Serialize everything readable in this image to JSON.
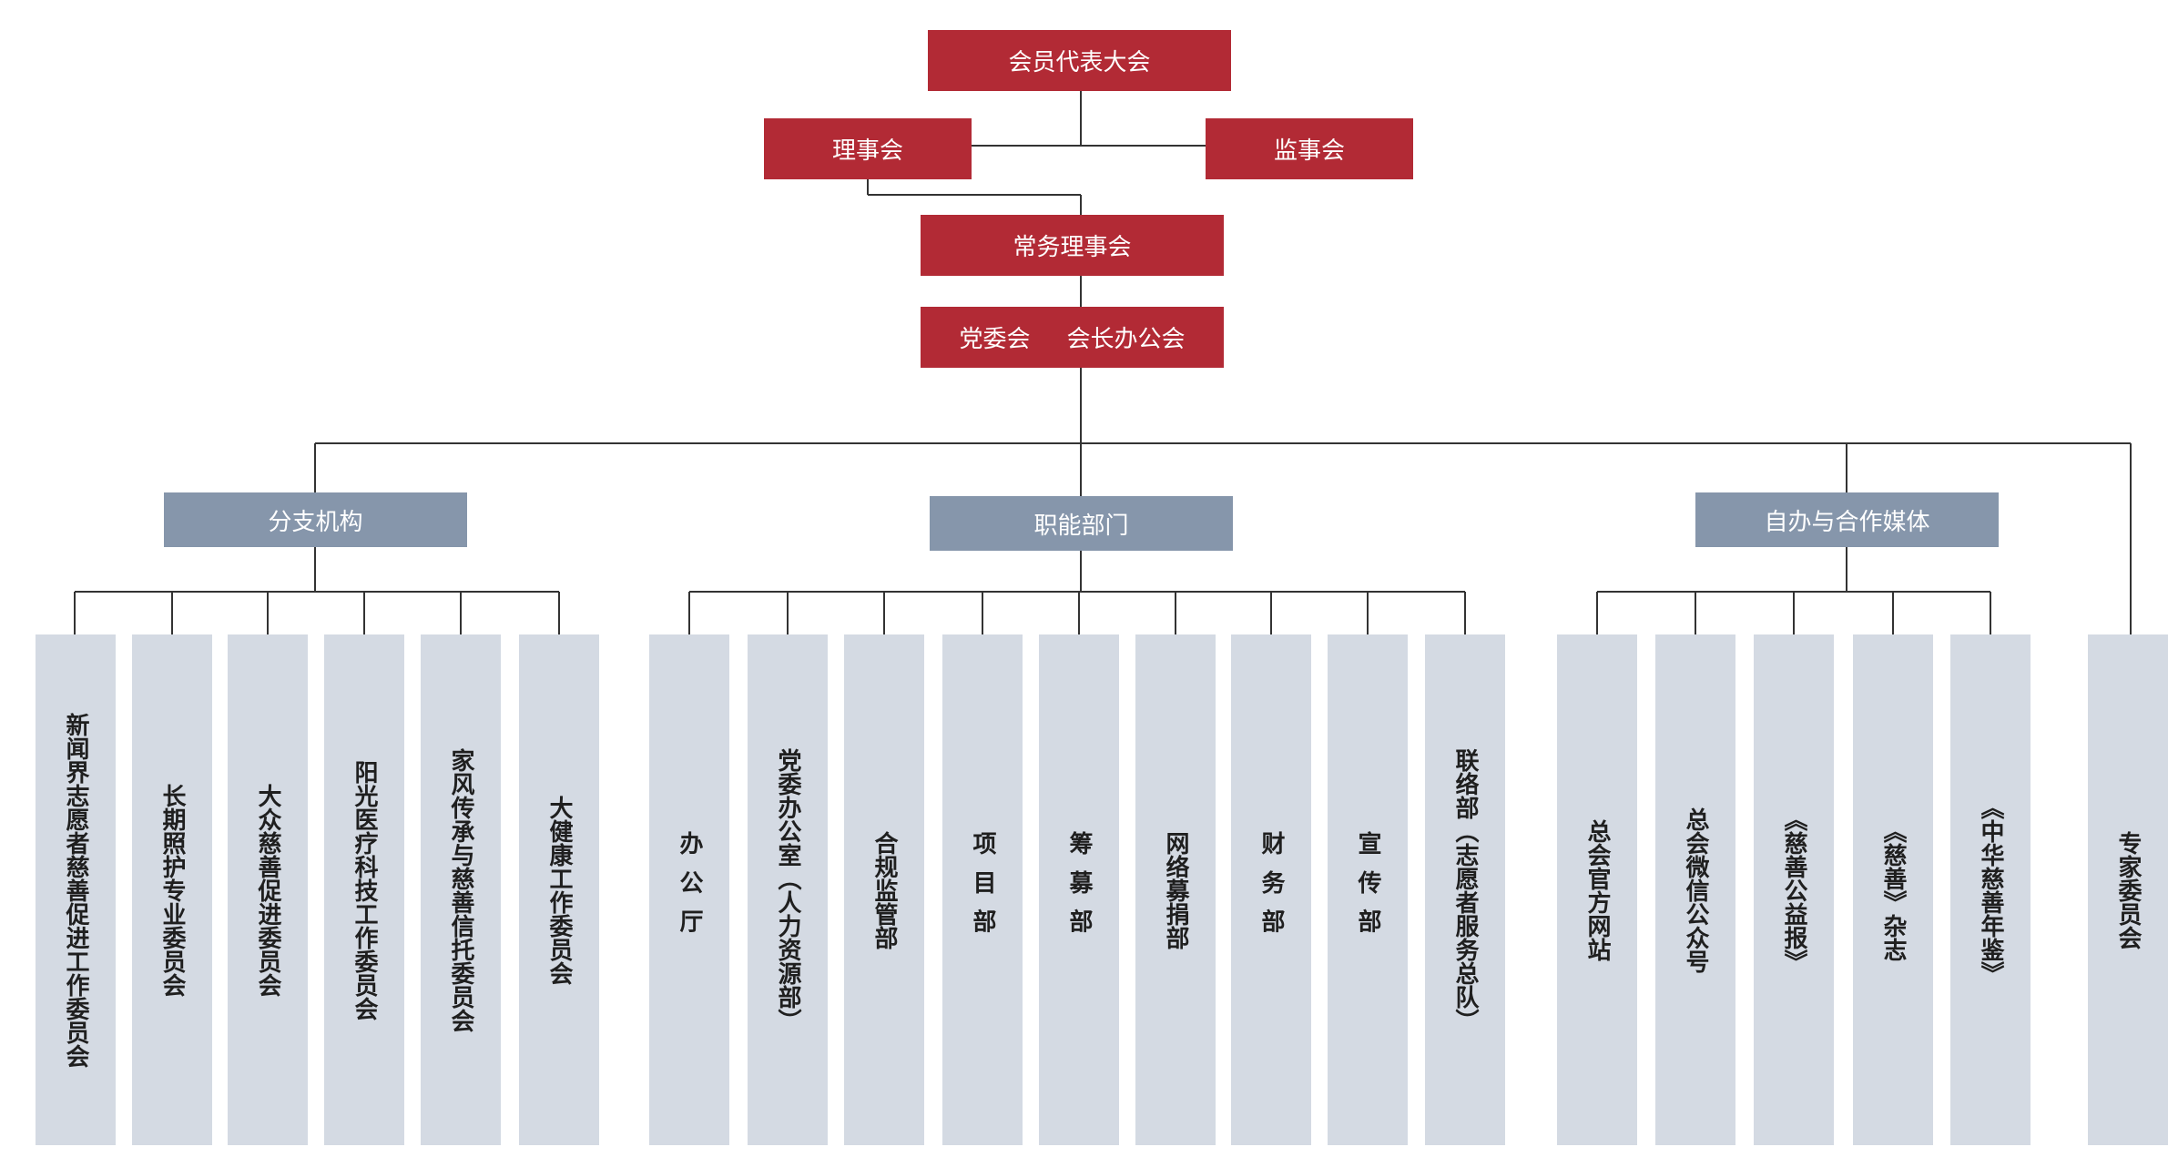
{
  "top": {
    "assembly": "会员代表大会",
    "council": "理事会",
    "supervisors": "监事会",
    "standing_council": "常务理事会",
    "party_committee": "党委会",
    "president_office": "会长办公会"
  },
  "groups": [
    {
      "label": "分支机构",
      "items": [
        "新闻界志愿者慈善促进工作委员会",
        "长期照护专业委员会",
        "大众慈善促进委员会",
        "阳光医疗科技工作委员会",
        "家风传承与慈善信托委员会",
        "大健康工作委员会"
      ]
    },
    {
      "label": "职能部门",
      "items": [
        "办公厅",
        "党委办公室（人力资源部）",
        "合规监管部",
        "项目部",
        "筹募部",
        "网络募捐部",
        "财务部",
        "宣传部",
        "联络部（志愿者服务总队）"
      ]
    },
    {
      "label": "自办与合作媒体",
      "items": [
        "总会官方网站",
        "总会微信公众号",
        "《慈善公益报》",
        "《慈善》杂志",
        "《中华慈善年鉴》"
      ]
    }
  ],
  "standalone": "专家委员会",
  "colors": {
    "primary": "#b22a35",
    "secondary": "#8696ab",
    "leaf": "#d4dae3",
    "line": "#333333"
  }
}
